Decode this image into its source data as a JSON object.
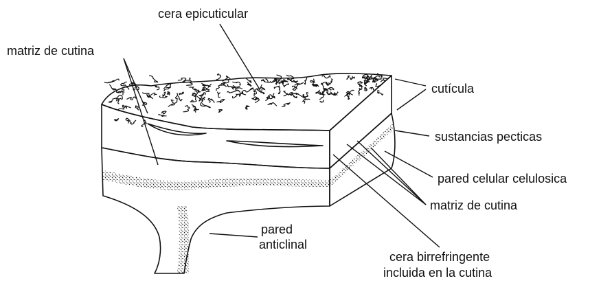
{
  "labels": {
    "cera_epicuticular": "cera epicuticular",
    "matriz_de_cutina_top": "matriz de cutina",
    "cuticula": "cutícula",
    "sustancias_pecticas": "sustancias pecticas",
    "pared_celular_celulosica": "pared celular celulosica",
    "matriz_de_cutina_bottom": "matriz de cutina",
    "pared_anticlinal_line1": "pared",
    "pared_anticlinal_line2": "anticlinal",
    "cera_birrefringente_line1": "cera birrefringente",
    "cera_birrefringente_line2": "incluida en la cutina"
  },
  "colors": {
    "ink": "#111111",
    "background": "#ffffff"
  }
}
